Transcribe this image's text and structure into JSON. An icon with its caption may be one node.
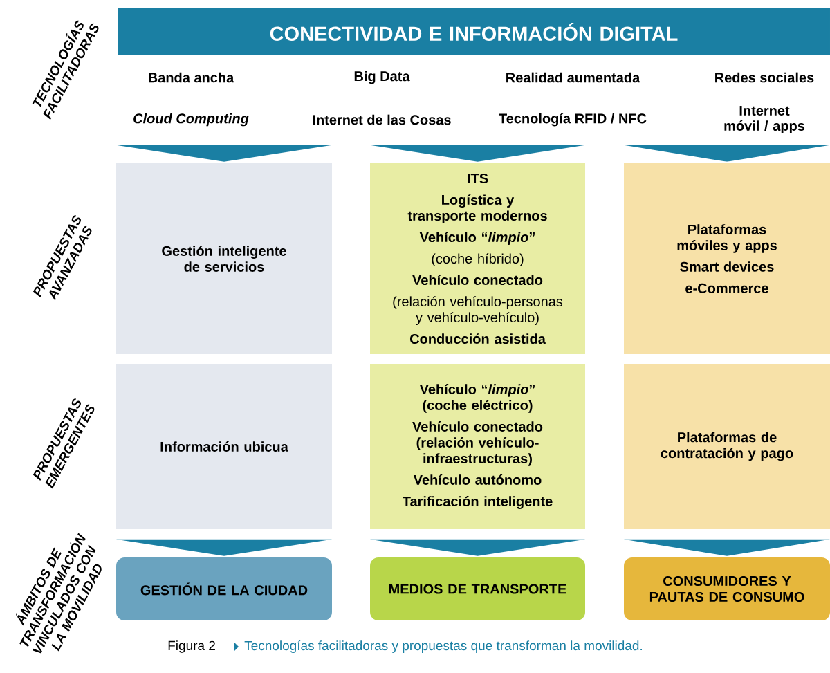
{
  "diagram": {
    "caption": "Tecnologías facilitadoras y propuestas que transforman la movilidad.",
    "nodes": [
      {
        "text": [
          "CONECTIVIDAD E INFORMACIÓN DIGITAL"
        ]
      },
      {
        "text": [
          "Gestión inteligente de servicios"
        ]
      },
      {
        "text": [
          "ITS",
          "Logística y transporte modernos",
          "Vehículo “*limpio*”",
          "(coche híbrido)",
          "Vehículo conectado",
          "(relación vehículo-personas y vehículo-vehículo)",
          "Conducción asistida"
        ]
      },
      {
        "text": [
          "Plataformas móviles y apps",
          "Smart devices",
          "e-Commerce"
        ]
      },
      {
        "text": [
          "Información ubicua"
        ]
      },
      {
        "text": [
          "Vehículo “*limpio*” (coche eléctrico)",
          "Vehículo conectado (relación vehículo-infraestructuras)",
          "Vehículo autónomo",
          "Tarificación inteligente"
        ]
      },
      {
        "text": [
          "Plataformas de contratación y pago"
        ]
      },
      {
        "text": [
          "GESTIÓN DE LA CIUDAD"
        ]
      },
      {
        "text": [
          "MEDIOS DE TRANSPORTE"
        ]
      },
      {
        "text": [
          "CONSUMIDORES Y PAUTAS DE CONSUMO"
        ]
      }
    ],
    "edges": [
      {
        "from": null,
        "to": 1,
        "arrow": "to"
      },
      {
        "from": null,
        "to": 2,
        "arrow": "to"
      },
      {
        "from": null,
        "to": 3,
        "arrow": "to"
      },
      {
        "from": 4,
        "to": 7,
        "arrow": "to"
      },
      {
        "from": 5,
        "to": 8,
        "arrow": "to"
      },
      {
        "from": 6,
        "to": 9,
        "arrow": "to"
      }
    ],
    "labels": [
      "TECNOLOGÍAS FACILITADORAS",
      "Banda ancha",
      "Big Data",
      "Realidad aumentada",
      "Redes sociales",
      "Cloud Computing",
      "Internet de las Cosas",
      "Tecnología RFID / NFC",
      "Internet móvil / apps",
      "PROPUESTAS AVANZADAS",
      "PROPUESTAS EMERGENTES",
      "ÁMBITOS DE TRANSFORMACIÓN VINCULADOS CON LA MOVILIDAD",
      "Figura 2"
    ]
  }
}
